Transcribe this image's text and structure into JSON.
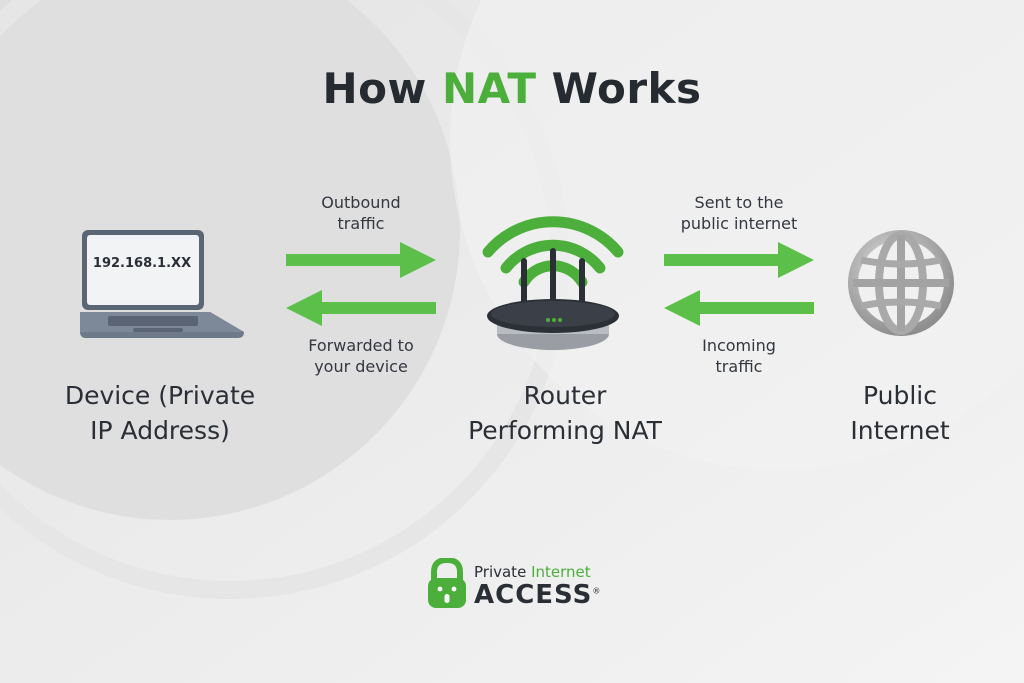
{
  "title": {
    "before": "How ",
    "accent": "NAT",
    "after": " Works"
  },
  "device": {
    "screen_ip": "192.168.1.XX",
    "label_line1": "Device (Private",
    "label_line2": "IP Address)"
  },
  "router": {
    "label_line1": "Router",
    "label_line2": "Performing NAT"
  },
  "internet": {
    "label_line1": "Public",
    "label_line2": "Internet"
  },
  "arrows": {
    "outbound": {
      "line1": "Outbound",
      "line2": "traffic"
    },
    "forwarded": {
      "line1": "Forwarded to",
      "line2": "your device"
    },
    "sent": {
      "line1": "Sent to the",
      "line2": "public internet"
    },
    "incoming": {
      "line1": "Incoming",
      "line2": "traffic"
    }
  },
  "logo": {
    "line1_a": "Private ",
    "line1_b": "Internet",
    "line2": "ACCESS",
    "mark": "®"
  },
  "colors": {
    "accent": "#4caf3c",
    "text": "#2a2e35",
    "background": "#ececec"
  },
  "icons": [
    "laptop-icon",
    "wifi-router-icon",
    "globe-icon",
    "padlock-logo-icon"
  ]
}
